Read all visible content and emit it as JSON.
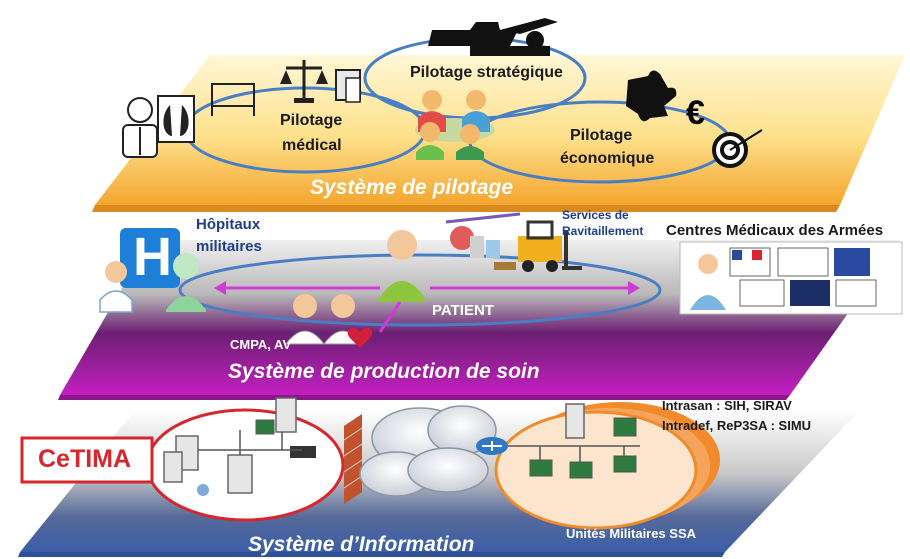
{
  "layers": {
    "pilotage": {
      "title": "Système de pilotage",
      "strategique": "Pilotage stratégique",
      "medical": [
        "Pilotage",
        "médical"
      ],
      "economique": [
        "Pilotage",
        "économique"
      ],
      "euro_symbol": "€"
    },
    "production": {
      "title": "Système de production de soin",
      "hopitaux": [
        "Hôpitaux",
        "militaires"
      ],
      "hospital_letter": "H",
      "services": [
        "Services de",
        "Ravitaillement"
      ],
      "centres": "Centres Médicaux des Armées",
      "patient": "PATIENT",
      "cmpa": "CMPA, AV"
    },
    "information": {
      "title": "Système d’Information",
      "cetima": "CeTIMA",
      "intrasan": "Intrasan : SIH, SIRAV",
      "intradef": "Intradef, ReP3SA : SIMU",
      "unites": "Unités  Militaires SSA"
    }
  },
  "colors": {
    "pilotage_band": "#f7b84a",
    "production_band": "#b41fa8",
    "information_band": "#3f66b8",
    "ellipse_blue": "#4a7ec4",
    "arrow_magenta": "#d23ad6",
    "cetima_red": "#d7262e",
    "orange_ring": "#f08a2a"
  }
}
